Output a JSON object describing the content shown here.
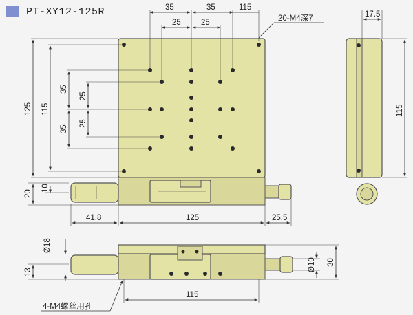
{
  "title": "PT-XY12-125R",
  "colors": {
    "swatch": "#7f8fcf",
    "part": "#e4e3a6",
    "line": "#333333"
  },
  "labels": {
    "top_35_left": "35",
    "top_35_right": "35",
    "top_25_left": "25",
    "top_25_right": "25",
    "top_115": "115",
    "note_holes": "20-M4深7",
    "side_17_5": "17.5",
    "side_115": "115",
    "left_125": "125",
    "left_115": "115",
    "left_35_a": "35",
    "left_25_a": "25",
    "left_25_b": "25",
    "left_35_b": "35",
    "mid_20": "20",
    "mid_10": "10",
    "bottom_41_8": "41.8",
    "bottom_125": "125",
    "bottom_25_5": "25.5",
    "front_d18": "Ø18",
    "front_13": "13",
    "front_d10": "Ø10",
    "front_30": "30",
    "front_115": "115",
    "note_mount": "4-M4螺丝用孔"
  }
}
